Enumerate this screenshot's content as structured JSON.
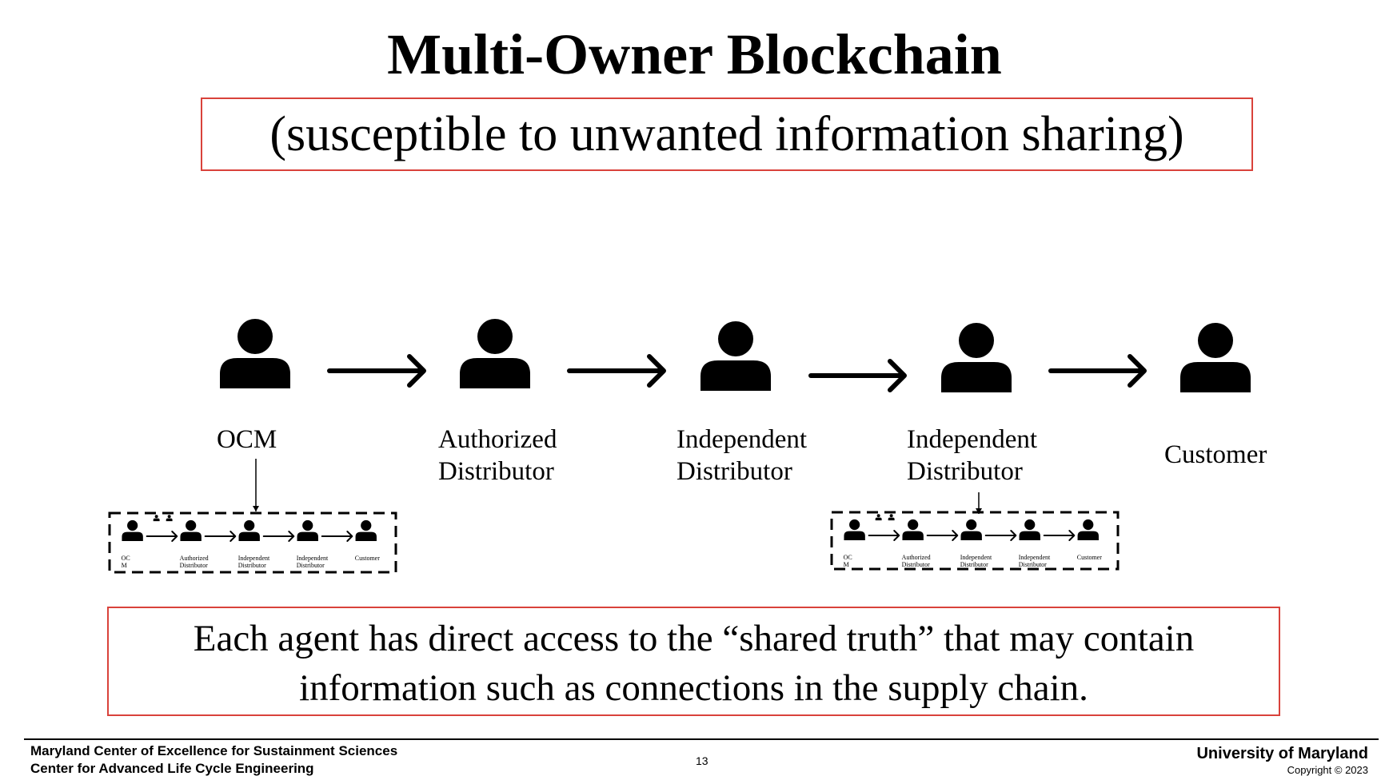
{
  "title": "Multi-Owner Blockchain",
  "subtitle": "(susceptible to unwanted information sharing)",
  "agents": [
    {
      "line1": "OCM",
      "line2": ""
    },
    {
      "line1": "Authorized",
      "line2": "Distributor"
    },
    {
      "line1": "Independent",
      "line2": "Distributor"
    },
    {
      "line1": "Independent",
      "line2": "Distributor"
    },
    {
      "line1": "Customer",
      "line2": ""
    }
  ],
  "mini_chain": {
    "labels": [
      {
        "line1": "OC",
        "line2": "M"
      },
      {
        "line1": "Authorized",
        "line2": "Distributor"
      },
      {
        "line1": "Independent",
        "line2": "Distributor"
      },
      {
        "line1": "Independent",
        "line2": "Distributor"
      },
      {
        "line1": "Customer",
        "line2": ""
      }
    ]
  },
  "description": {
    "line1": "Each agent has direct access to the “shared truth” that may contain",
    "line2": "information such as connections in the supply chain."
  },
  "footer": {
    "left_line1": "Maryland Center of Excellence for Sustainment Sciences",
    "left_line2": "Center for Advanced Life Cycle Engineering",
    "page_number": "13",
    "right_line1": "University of Maryland",
    "right_line2": "Copyright © 2023"
  },
  "colors": {
    "box_border": "#d9423b",
    "icon": "#000000"
  },
  "icon_names": {
    "agent": "person-icon",
    "flow": "arrow-right-icon",
    "link": "arrow-down-icon"
  }
}
